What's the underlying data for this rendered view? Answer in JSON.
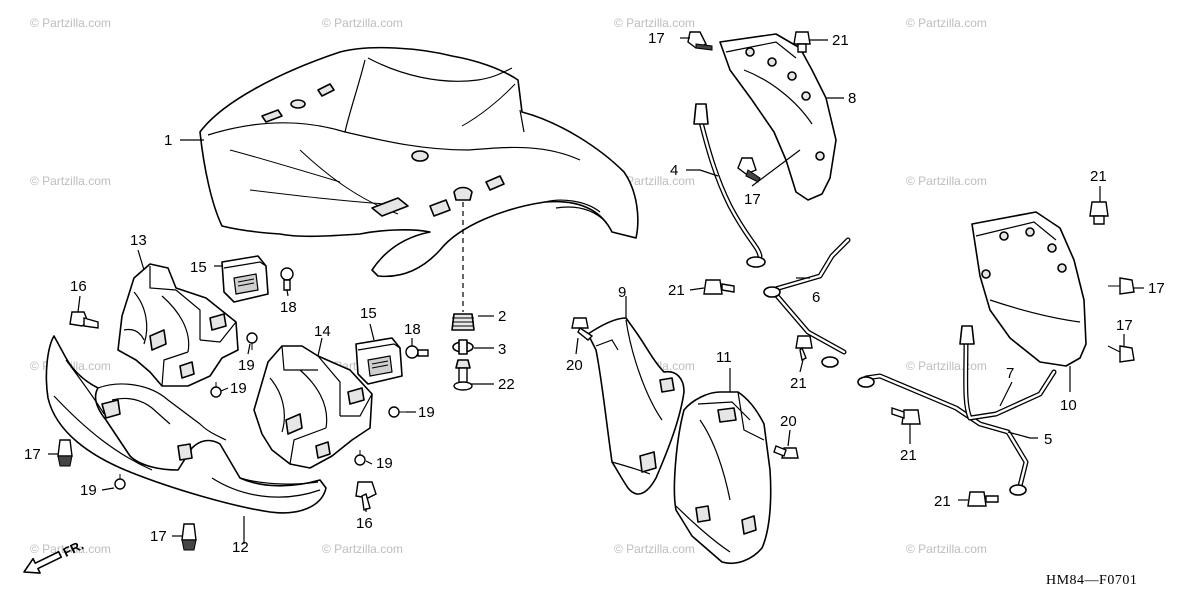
{
  "diagram_code": "HM84—F0701",
  "front_arrow_label": "FR.",
  "watermark_text": "© Partzilla.com",
  "colors": {
    "ink": "#000000",
    "watermark": "#bdbdbd",
    "background": "#ffffff"
  },
  "callouts": [
    "1",
    "2",
    "3",
    "4",
    "5",
    "6",
    "7",
    "8",
    "9",
    "10",
    "11",
    "12",
    "13",
    "14",
    "15",
    "15",
    "16",
    "16",
    "17",
    "17",
    "17",
    "17",
    "17",
    "17",
    "18",
    "18",
    "19",
    "19",
    "19",
    "19",
    "19",
    "20",
    "20",
    "21",
    "21",
    "21",
    "21",
    "21",
    "21",
    "22"
  ]
}
